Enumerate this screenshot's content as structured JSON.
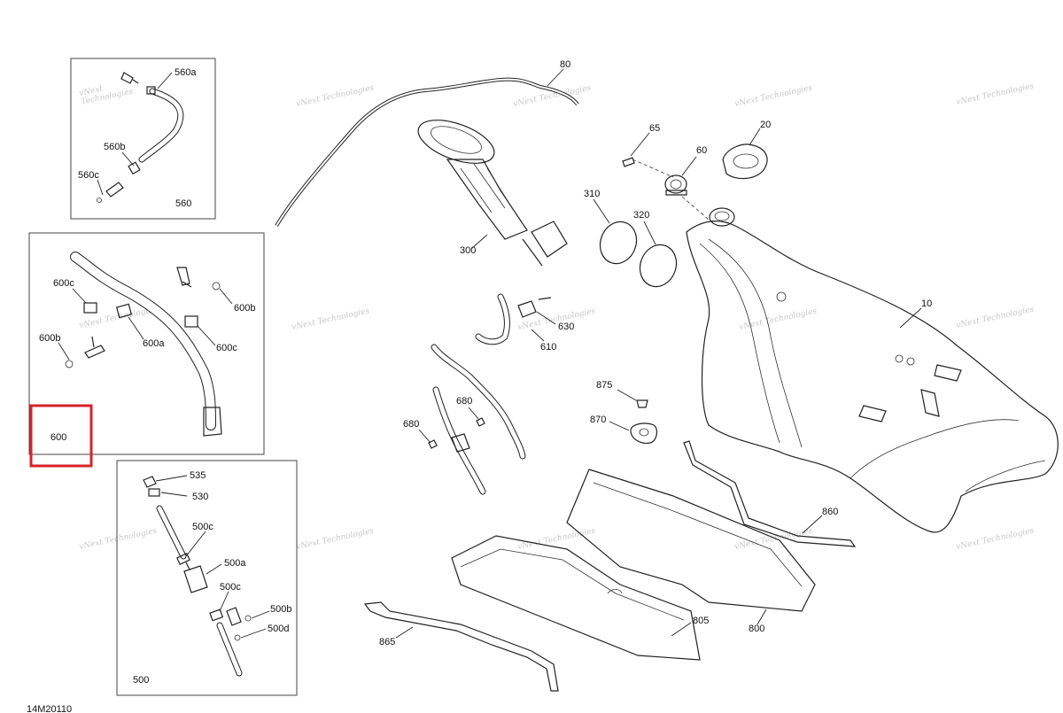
{
  "diagram_code": "14M20110",
  "watermark": {
    "line1": "vNext",
    "line2": "Technologies",
    "full": "vNext Technologies"
  },
  "colors": {
    "highlight": "#d6232a",
    "line": "#222222",
    "watermark": "#c8c8c8"
  },
  "highlighted_callout": "600",
  "callouts": {
    "p560a": "560a",
    "p560b": "560b",
    "p560c": "560c",
    "p560": "560",
    "p600c_1": "600c",
    "p600b_1": "600b",
    "p600a": "600a",
    "p600c_2": "600c",
    "p600b_2": "600b",
    "p600": "600",
    "p535": "535",
    "p530": "530",
    "p500c_1": "500c",
    "p500a": "500a",
    "p500c_2": "500c",
    "p500b": "500b",
    "p500d": "500d",
    "p500": "500",
    "p80": "80",
    "p65": "65",
    "p60": "60",
    "p20": "20",
    "p310": "310",
    "p320": "320",
    "p300": "300",
    "p10": "10",
    "p630": "630",
    "p610": "610",
    "p875": "875",
    "p870": "870",
    "p680_1": "680",
    "p680_2": "680",
    "p860": "860",
    "p865": "865",
    "p805": "805",
    "p800": "800"
  }
}
